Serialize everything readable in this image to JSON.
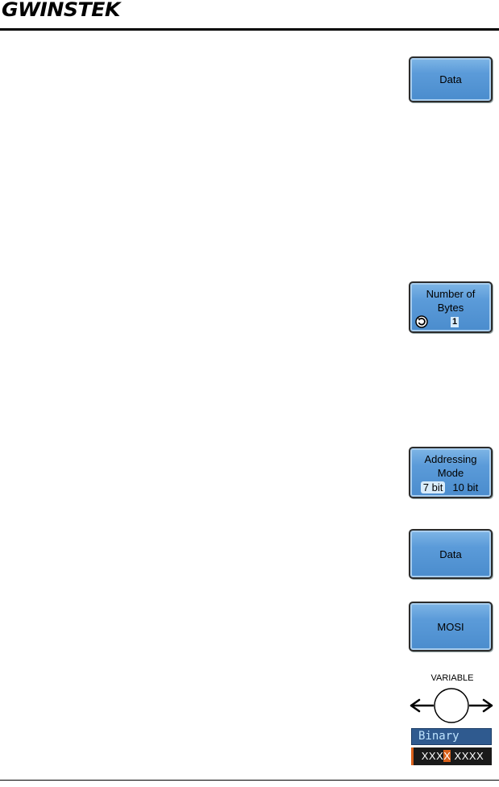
{
  "header": {
    "logo_text": "GWINSTEK"
  },
  "softkeys": {
    "data_1": {
      "label": "Data"
    },
    "number_of_bytes": {
      "label_line1": "Number of",
      "label_line2": "Bytes",
      "value": "1"
    },
    "addressing_mode": {
      "label_line1": "Addressing",
      "label_line2": "Mode",
      "option_1": "7 bit",
      "option_2": "10 bit",
      "selected": "7 bit"
    },
    "data_2": {
      "label": "Data"
    },
    "mosi": {
      "label": "MOSI"
    }
  },
  "variable_knob": {
    "label": "VARIABLE"
  },
  "binary_display": {
    "mode": "Binary",
    "pattern_pre": "XXX",
    "pattern_highlight": "X",
    "pattern_post": " XXXX"
  },
  "colors": {
    "softkey_blue": "#5b9bd9",
    "highlight_orange": "#d9601a",
    "binary_bar_blue": "#2f5a8f"
  },
  "icons": [
    "rotate-knob-icon",
    "variable-knob-icon",
    "arrow-left-icon",
    "arrow-right-icon"
  ]
}
